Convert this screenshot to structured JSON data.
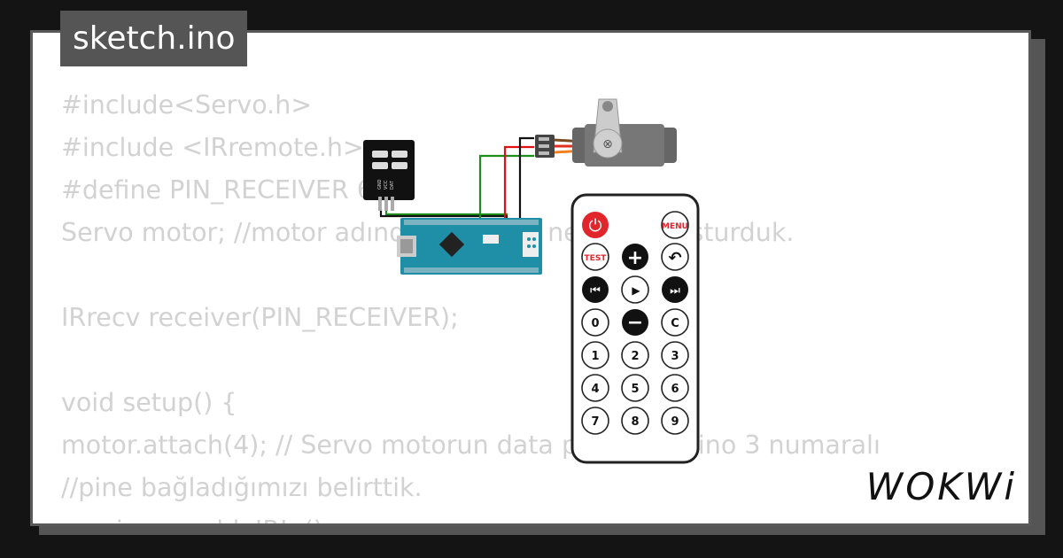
{
  "sketch_title": "sketch.ino",
  "code_lines": [
    "#include<Servo.h>",
    "#include <IRremote.h>",
    "#define PIN_RECEIVER 6",
    "Servo motor; //motor adında bir servo nesnesi oluşturduk.",
    "",
    "IRrecv receiver(PIN_RECEIVER);",
    "",
    "void setup() {",
    "motor.attach(4); // Servo motorun data pinini Arduino 3 numaralı",
    "//pine bağladığımızı belirttik.",
    "receiver.enableIRIn();"
  ],
  "brand": "WOKWi",
  "remote": {
    "power_label": "⏻",
    "menu_label": "MENU",
    "test_label": "TEST",
    "plus_label": "+",
    "back_label": "↶",
    "prev_label": "⏮",
    "play_label": "▶",
    "next_label": "⏭",
    "zero_label": "0",
    "minus_label": "−",
    "c_label": "C",
    "digits": [
      "1",
      "2",
      "3",
      "4",
      "5",
      "6",
      "7",
      "8",
      "9"
    ]
  },
  "ir_sensor_pins": [
    "GND",
    "VCC",
    "DAT"
  ],
  "colors": {
    "wire_green": "#1a8f1a",
    "wire_red": "#e01010",
    "wire_black": "#111111",
    "board_blue": "#1f8fa8",
    "power_red": "#e0252b"
  }
}
